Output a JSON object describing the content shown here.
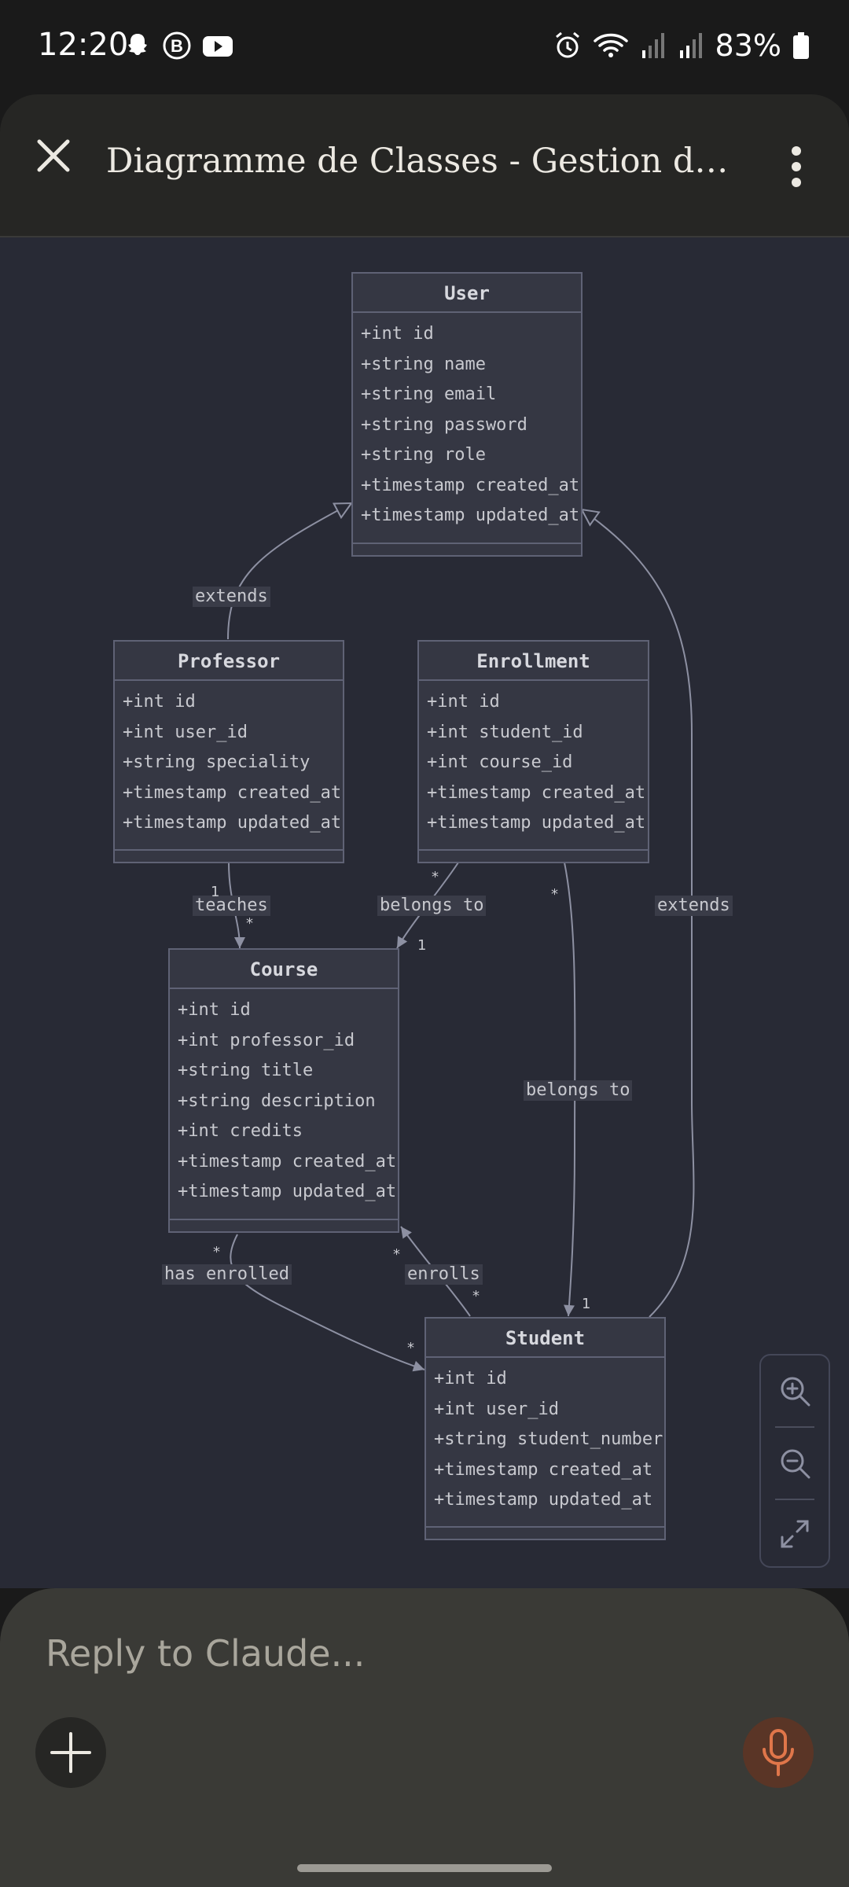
{
  "status": {
    "time": "12:20",
    "battery": "83%"
  },
  "header": {
    "title": "Diagramme de Classes - Gestion de Co..."
  },
  "diagram": {
    "classes": [
      {
        "name": "User",
        "attributes": [
          "+int id",
          "+string name",
          "+string email",
          "+string password",
          "+string role",
          "+timestamp created_at",
          "+timestamp updated_at"
        ]
      },
      {
        "name": "Professor",
        "attributes": [
          "+int id",
          "+int user_id",
          "+string speciality",
          "+timestamp created_at",
          "+timestamp updated_at"
        ]
      },
      {
        "name": "Enrollment",
        "attributes": [
          "+int id",
          "+int student_id",
          "+int course_id",
          "+timestamp created_at",
          "+timestamp updated_at"
        ]
      },
      {
        "name": "Course",
        "attributes": [
          "+int id",
          "+int professor_id",
          "+string title",
          "+string description",
          "+int credits",
          "+timestamp created_at",
          "+timestamp updated_at"
        ]
      },
      {
        "name": "Student",
        "attributes": [
          "+int id",
          "+int user_id",
          "+string student_number",
          "+timestamp created_at",
          "+timestamp updated_at"
        ]
      }
    ],
    "relations": [
      {
        "label": "extends",
        "from": "Professor",
        "to": "User"
      },
      {
        "label": "extends",
        "from": "Student",
        "to": "User"
      },
      {
        "label": "teaches",
        "from": "Professor",
        "to": "Course",
        "from_mult": "1",
        "to_mult": "*"
      },
      {
        "label": "belongs to",
        "from": "Enrollment",
        "to": "Course",
        "from_mult": "*",
        "to_mult": "1"
      },
      {
        "label": "belongs to",
        "from": "Enrollment",
        "to": "Student",
        "from_mult": "*",
        "to_mult": "1"
      },
      {
        "label": "has enrolled",
        "from": "Course",
        "to": "Student",
        "from_mult": "*",
        "to_mult": "*"
      },
      {
        "label": "enrolls",
        "from": "Student",
        "to": "Course",
        "from_mult": "*",
        "to_mult": "*"
      }
    ]
  },
  "composer": {
    "placeholder": "Reply to Claude..."
  },
  "icons": {
    "close": "close-icon",
    "menu": "more-vertical-icon",
    "zoom_in": "zoom-in-icon",
    "zoom_out": "zoom-out-icon",
    "fit": "expand-icon",
    "add": "plus-icon",
    "mic": "microphone-icon"
  },
  "colors": {
    "canvas": "#282a35",
    "box": "#353743",
    "accent_mic": "#e0764a"
  }
}
